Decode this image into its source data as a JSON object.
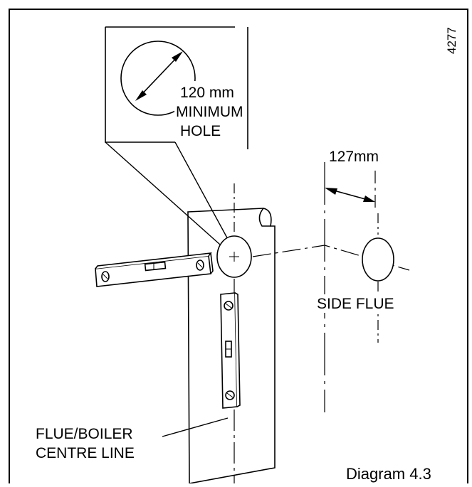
{
  "figure_id": "4277",
  "callout": {
    "line1": "120 mm",
    "line2": "MINIMUM",
    "line3": "HOLE"
  },
  "dimension_label": "127mm",
  "side_flue_label": "SIDE FLUE",
  "centre_line_label": {
    "line1": "FLUE/BOILER",
    "line2": "CENTRE LINE"
  },
  "caption": "Diagram 4.3"
}
